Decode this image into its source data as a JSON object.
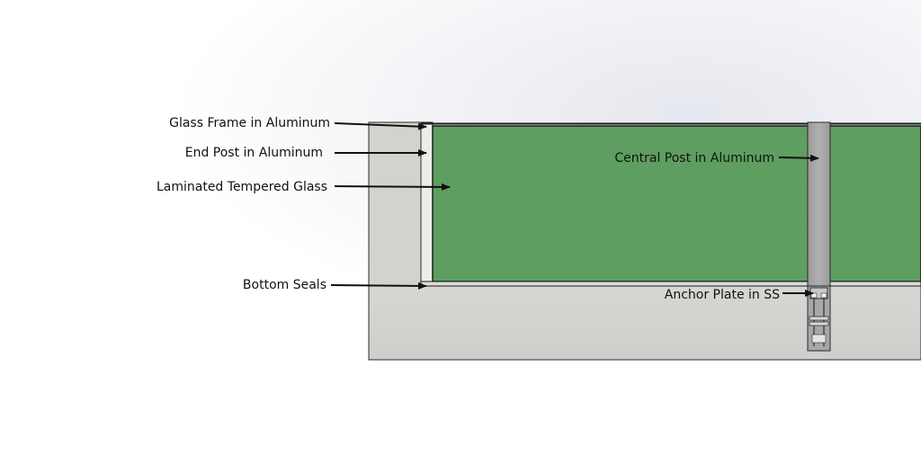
{
  "labels": {
    "glass_frame": "Glass Frame in Aluminum",
    "end_post": "End Post in Aluminum",
    "laminated_glass": "Laminated Tempered Glass",
    "bottom_seals": "Bottom Seals",
    "central_post": "Central Post in Aluminum",
    "anchor_plate": "Anchor Plate in SS"
  },
  "colors": {
    "glass": "#5e9e60",
    "concrete": "#d3d2cf",
    "post": "#a6a6a6",
    "line": "#1a1a1a"
  }
}
